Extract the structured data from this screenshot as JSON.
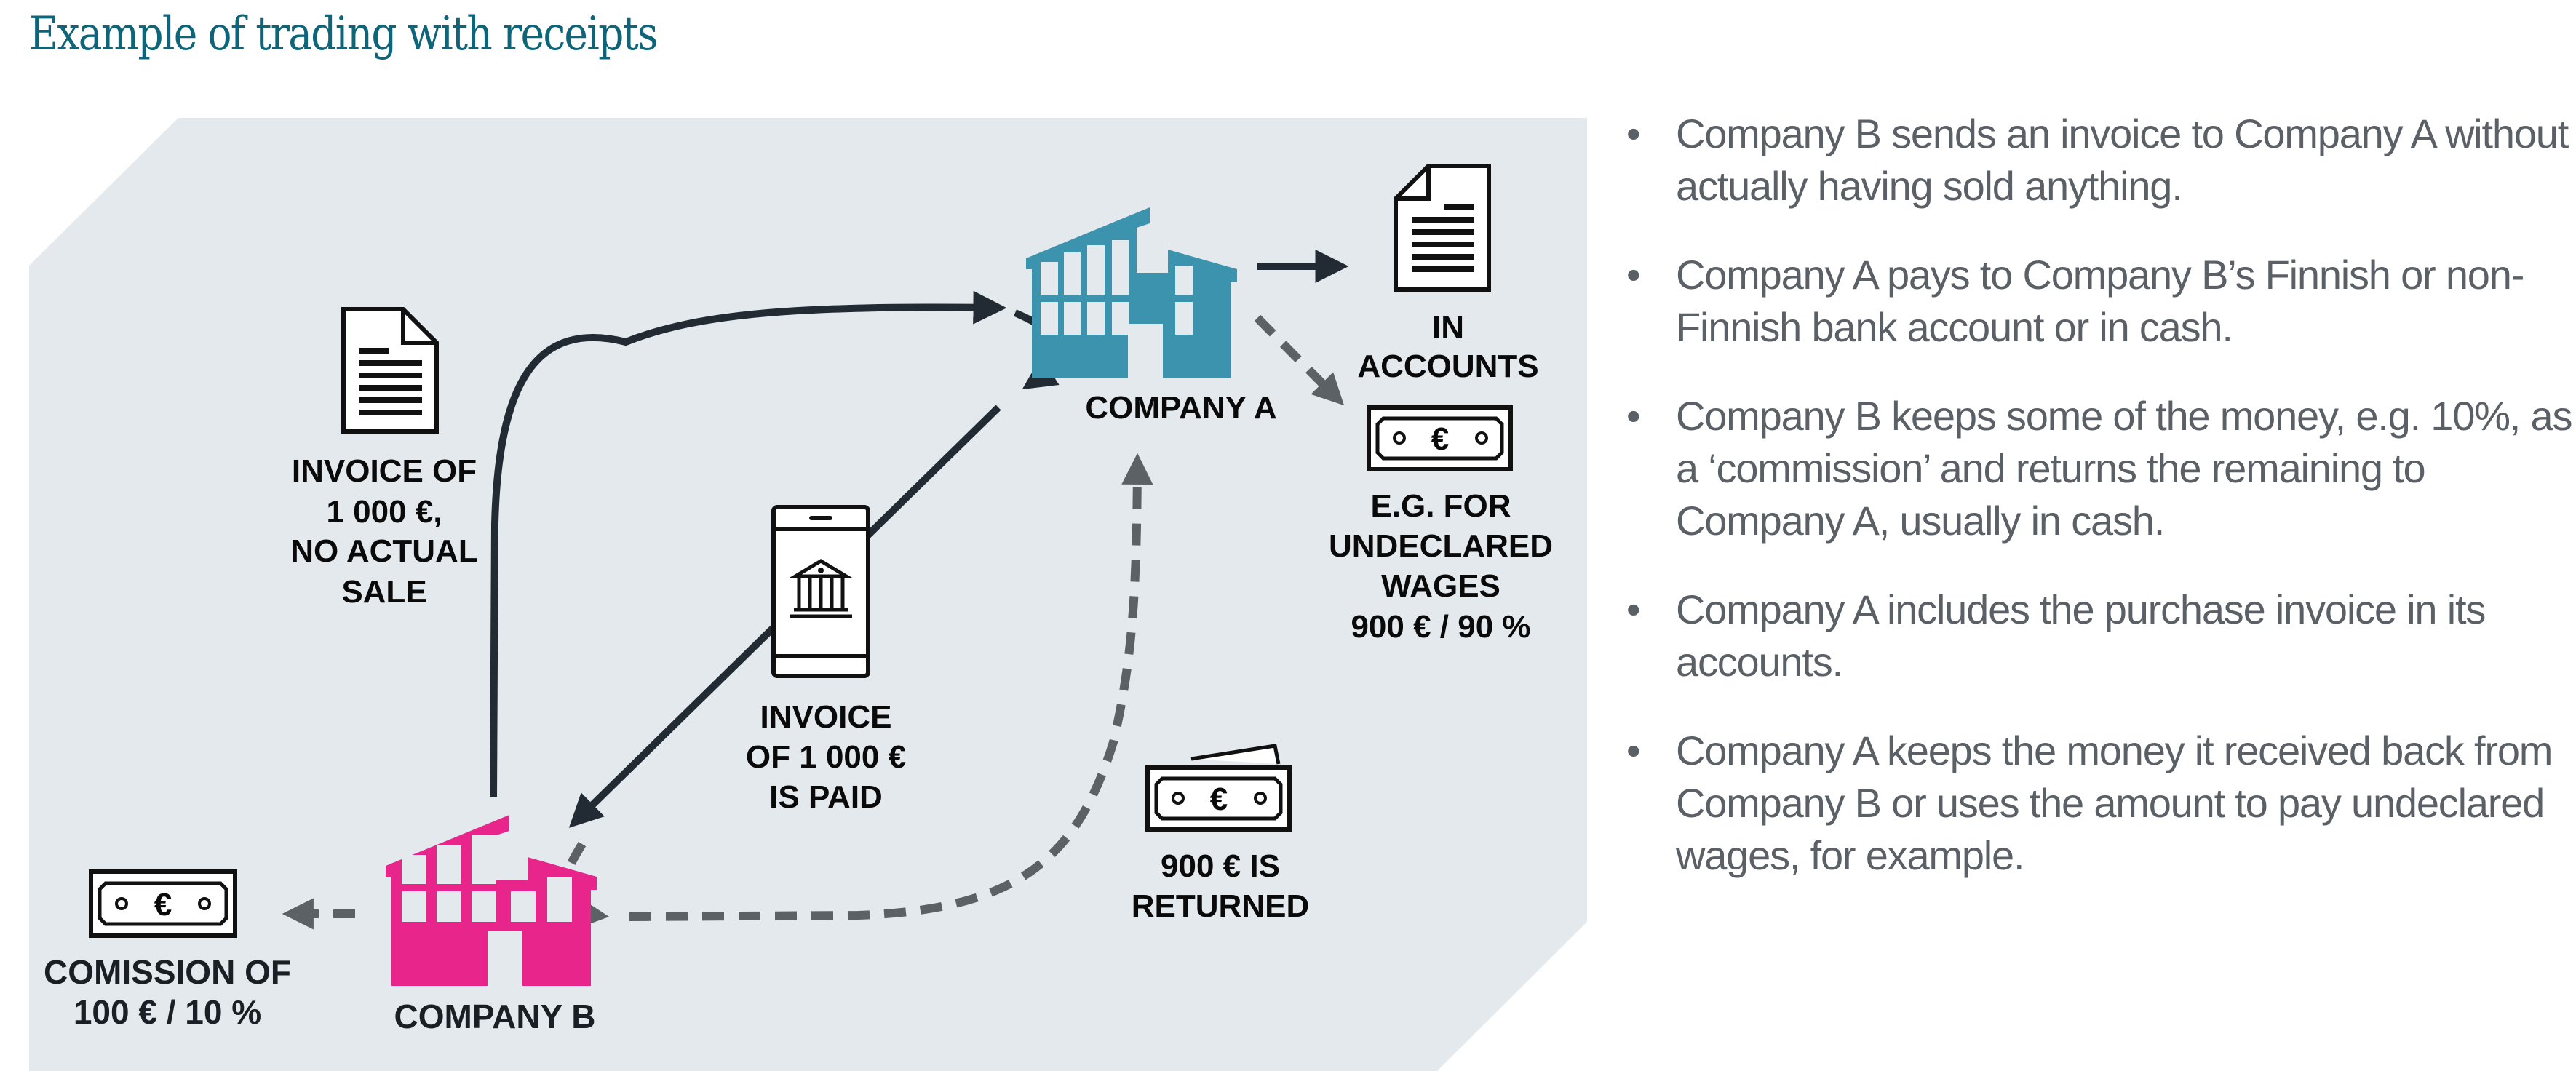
{
  "header": {
    "title": "Example of trading with receipts"
  },
  "colors": {
    "title": "#0e6479",
    "panel_background": "#e4e9ed",
    "company_a": "#3c93ae",
    "company_b": "#e8258a",
    "solid_arrow": "#222b33",
    "dashed_arrow": "#5c6166",
    "bullet_text": "#5a6066"
  },
  "diagram": {
    "company_a": {
      "label": "COMPANY A",
      "icon": "building-icon"
    },
    "company_b": {
      "label": "COMPANY B",
      "icon": "building-icon"
    },
    "invoice_no_sale": {
      "icon": "document-icon",
      "lines": [
        "INVOICE OF",
        "1 000 €,",
        "NO ACTUAL",
        "SALE"
      ]
    },
    "invoice_paid": {
      "icon": "mobile-bank-icon",
      "lines": [
        "INVOICE",
        "OF 1 000 €",
        "IS PAID"
      ]
    },
    "in_accounts": {
      "icon": "document-icon",
      "lines": [
        "IN",
        "ACCOUNTS"
      ]
    },
    "undeclared_wages": {
      "icon": "banknote-icon",
      "lines": [
        "E.G. FOR",
        "UNDECLARED",
        "WAGES",
        "900 € / 90 %"
      ]
    },
    "returned": {
      "icon": "banknotes-icon",
      "lines": [
        "900 € IS",
        "RETURNED"
      ]
    },
    "commission": {
      "icon": "banknote-icon",
      "lines": [
        "COMISSION OF",
        "100 € / 10 %"
      ]
    },
    "currency_symbol": "€"
  },
  "bullets": {
    "marker": "•",
    "items": [
      "Company B sends an invoice to Company A without actually having sold anything.",
      "Company A pays to Company B’s Finnish or non-Finnish bank account or in cash.",
      "Company B keeps some of the money, e.g. 10%, as a ‘commission’ and returns the remaining to Company A, usually in cash.",
      "Company A includes the purchase invoice in its accounts.",
      "Company A keeps the money it received back from Company B or uses the amount to pay undeclared wages, for example."
    ]
  }
}
